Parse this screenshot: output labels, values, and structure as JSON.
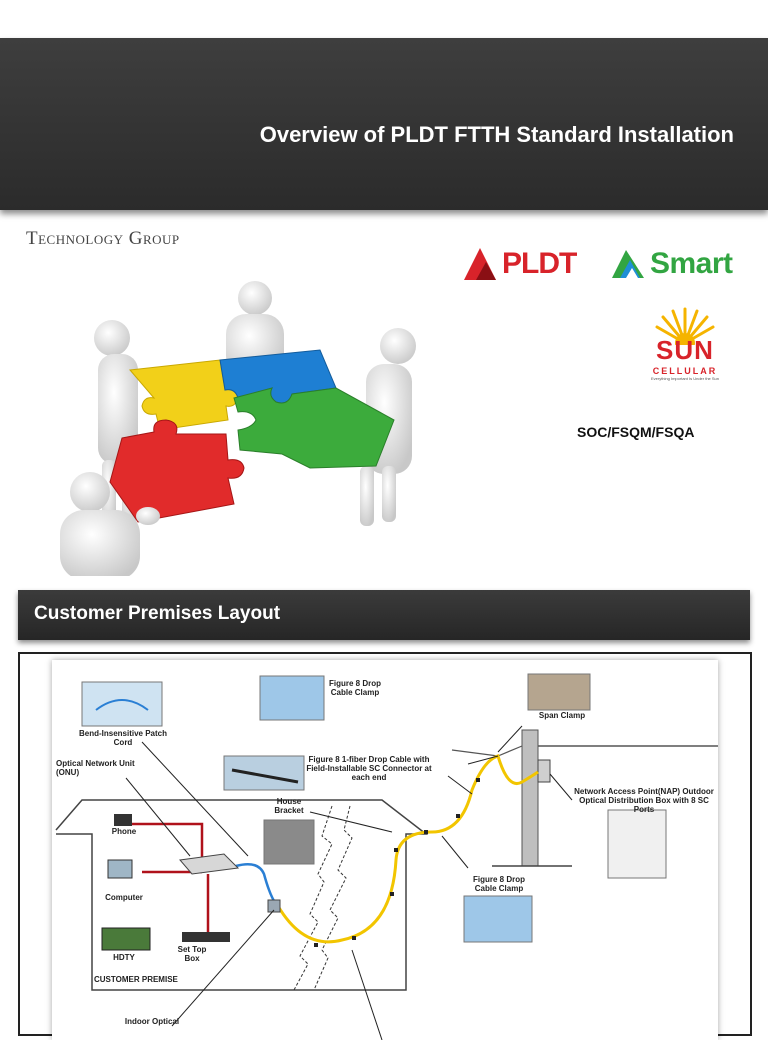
{
  "header": {
    "title": "Overview of PLDT FTTH Standard Installation"
  },
  "brand": {
    "tech_group": "Technology Group"
  },
  "logos": {
    "pldt": "PLDT",
    "smart": "Smart",
    "sun_main": "SUN",
    "sun_sub": "CELLULAR",
    "sun_tagline": "Everything Important Is Under the Sun"
  },
  "soc_label": "SOC/FSQM/FSQA",
  "illustration": {
    "subject": "team-puzzle-figures-icon"
  },
  "section": {
    "title": "Customer Premises Layout"
  },
  "diagram": {
    "labels": {
      "patch_cord": "Bend-Insensitive Patch Cord",
      "onu": "Optical Network Unit (ONU)",
      "phone": "Phone",
      "computer": "Computer",
      "hdty": "HDTY",
      "set_top": "Set Top Box",
      "customer_premise": "CUSTOMER PREMISE",
      "indoor_optical": "Indoor Optical",
      "house_bracket": "House Bracket",
      "fig8_clamp_top": "Figure 8 Drop Cable Clamp",
      "fig8_drop_cable": "Figure 8 1-fiber Drop Cable with Field-Installable SC Connector at each end",
      "span_clamp": "Span Clamp",
      "nap": "Network Access Point(NAP) Outdoor Optical Distribution Box with 8 SC Ports",
      "fig8_clamp_bottom": "Figure 8 Drop Cable Clamp"
    }
  },
  "colors": {
    "header_bg": "#333333",
    "pldt_red": "#d8232a",
    "smart_green": "#32a542",
    "cable_yellow": "#f2c500",
    "onu_cable_blue": "#2a7fd4",
    "premise_red": "#b0121b"
  }
}
